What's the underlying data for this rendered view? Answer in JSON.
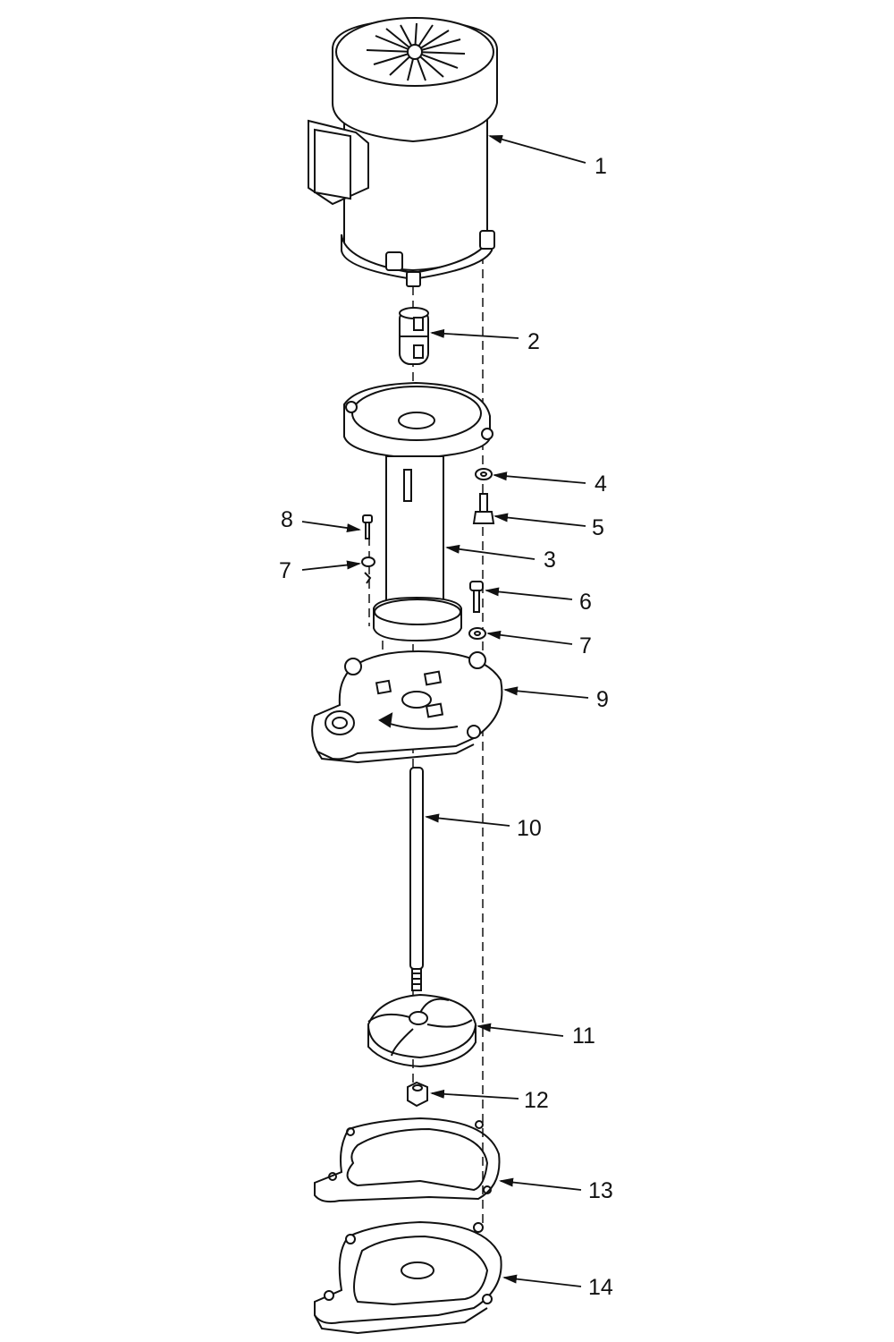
{
  "diagram": {
    "colors": {
      "ink": "#111111",
      "paper": "#ffffff"
    },
    "callouts": [
      {
        "id": "c1",
        "label": "1"
      },
      {
        "id": "c2",
        "label": "2"
      },
      {
        "id": "c3",
        "label": "3"
      },
      {
        "id": "c4",
        "label": "4"
      },
      {
        "id": "c5",
        "label": "5"
      },
      {
        "id": "c6",
        "label": "6"
      },
      {
        "id": "c7a",
        "label": "7"
      },
      {
        "id": "c7b",
        "label": "7"
      },
      {
        "id": "c8",
        "label": "8"
      },
      {
        "id": "c9",
        "label": "9"
      },
      {
        "id": "c10",
        "label": "10"
      },
      {
        "id": "c11",
        "label": "11"
      },
      {
        "id": "c12",
        "label": "12"
      },
      {
        "id": "c13",
        "label": "13"
      },
      {
        "id": "c14",
        "label": "14"
      }
    ]
  }
}
